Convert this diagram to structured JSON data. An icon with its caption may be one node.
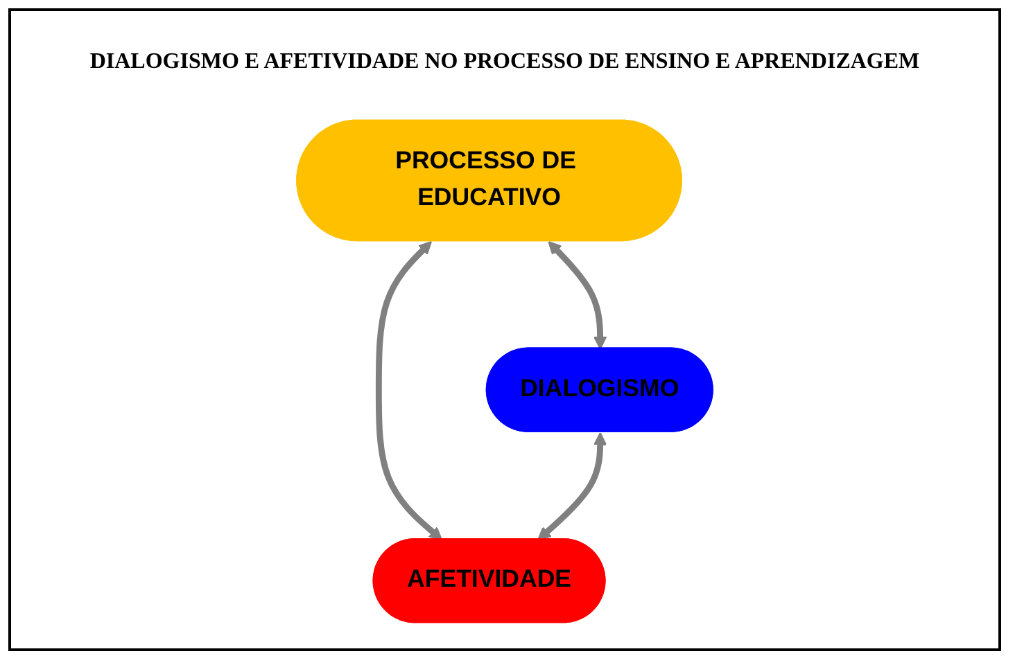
{
  "diagram": {
    "title": "DIALOGISMO E AFETIVIDADE NO PROCESSO DE ENSINO E APRENDIZAGEM",
    "nodes": [
      {
        "text": [
          "PROCESSO DE EDUCATIVO"
        ]
      },
      {
        "text": [
          "DIALOGISMO"
        ]
      },
      {
        "text": [
          "AFETIVIDADE"
        ]
      }
    ],
    "edges": [
      {
        "from": 0,
        "to": 1,
        "arrow": "both"
      },
      {
        "from": 0,
        "to": 2,
        "arrow": "both"
      },
      {
        "from": 1,
        "to": 2,
        "arrow": "both"
      }
    ]
  }
}
